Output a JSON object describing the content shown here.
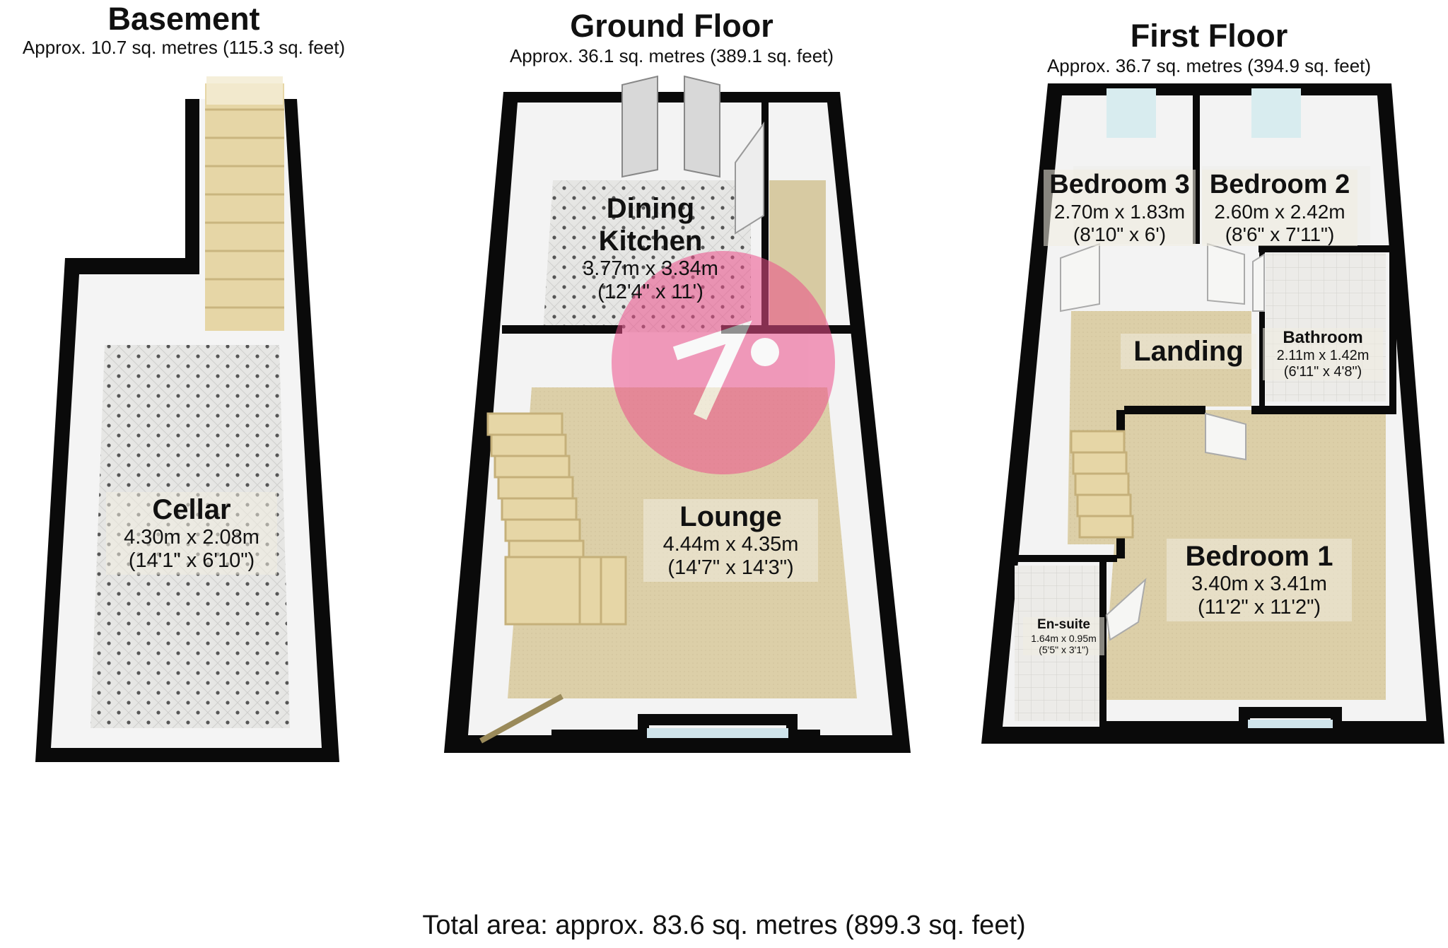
{
  "floors": {
    "basement": {
      "title": "Basement",
      "area": "Approx. 10.7 sq. metres (115.3 sq. feet)",
      "rooms": {
        "cellar": {
          "name": "Cellar",
          "metric": "4.30m x 2.08m",
          "imperial": "(14'1\" x 6'10\")"
        }
      }
    },
    "ground": {
      "title": "Ground Floor",
      "area": "Approx. 36.1 sq. metres (389.1 sq. feet)",
      "rooms": {
        "dining_kitchen": {
          "name_line1": "Dining",
          "name_line2": "Kitchen",
          "metric": "3.77m x 3.34m",
          "imperial": "(12'4\" x 11')"
        },
        "lounge": {
          "name": "Lounge",
          "metric": "4.44m x 4.35m",
          "imperial": "(14'7\" x 14'3\")"
        }
      }
    },
    "first": {
      "title": "First Floor",
      "area": "Approx. 36.7 sq. metres (394.9 sq. feet)",
      "rooms": {
        "bedroom3": {
          "name": "Bedroom 3",
          "metric": "2.70m x 1.83m",
          "imperial": "(8'10\" x 6')"
        },
        "bedroom2": {
          "name": "Bedroom 2",
          "metric": "2.60m x 2.42m",
          "imperial": "(8'6\" x 7'11\")"
        },
        "landing": {
          "name": "Landing"
        },
        "bathroom": {
          "name": "Bathroom",
          "metric": "2.11m x 1.42m",
          "imperial": "(6'11\" x 4'8\")"
        },
        "bedroom1": {
          "name": "Bedroom 1",
          "metric": "3.40m x 3.41m",
          "imperial": "(11'2\" x 11'2\")"
        },
        "ensuite": {
          "name": "En-suite",
          "metric": "1.64m x 0.95m",
          "imperial": "(5'5\" x 3'1\")"
        }
      }
    }
  },
  "total_area": "Total area: approx. 83.6 sq. metres (899.3 sq. feet)",
  "colors": {
    "wall": "#0a0a0a",
    "carpet": "#dccfa8",
    "tile": "#e4e4e2",
    "stair": "#e6d6a6",
    "watermark": "#e8387a"
  }
}
